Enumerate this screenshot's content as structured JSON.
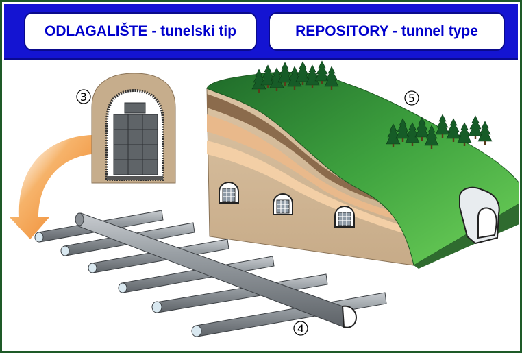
{
  "header": {
    "title_hr": "ODLAGALIŠTE - tunelski tip",
    "title_en": "REPOSITORY - tunnel type"
  },
  "labels": {
    "cross_section": "3",
    "tunnel_network": "4",
    "landscape": "5"
  },
  "colors": {
    "header_blue": "#1414d2",
    "title_text": "#0000cc",
    "grass": "#3fa33f",
    "tunnel_grey": "#8a8f94",
    "arrow_orange": "#f08a2a"
  }
}
